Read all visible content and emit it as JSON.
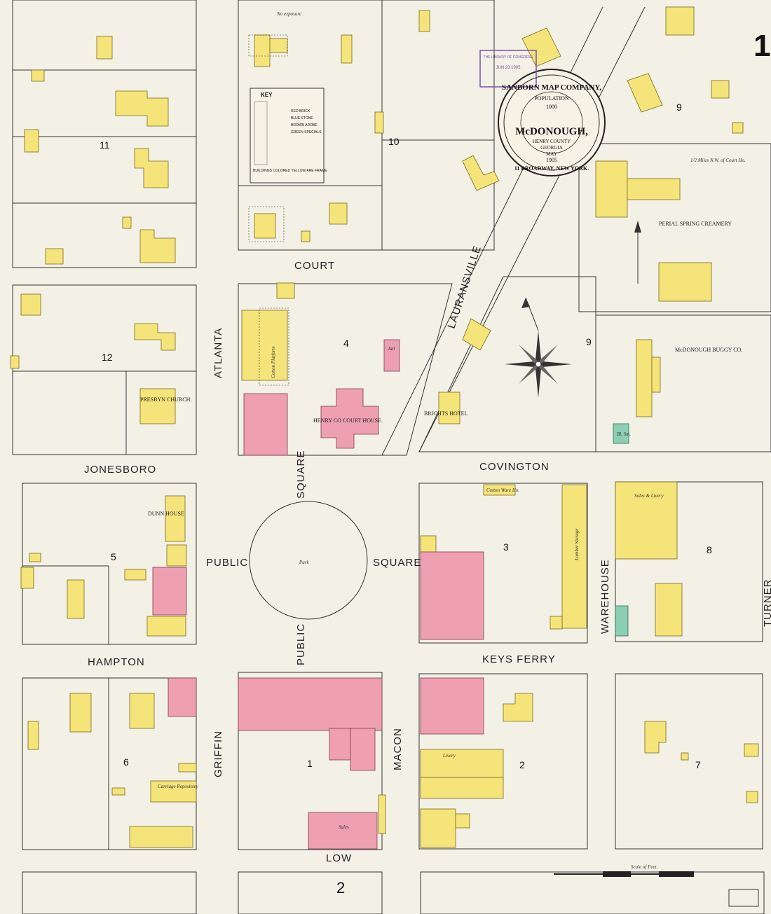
{
  "sheet_number": "1",
  "streets": {
    "court": "COURT",
    "atlanta": "ATLANTA",
    "laurensville": "LAURANSVILLE",
    "jonesboro": "JONESBORO",
    "covington": "COVINGTON",
    "public_square_w": "PUBLIC",
    "public_square_e": "SQUARE",
    "square_n": "SQUARE",
    "public_s": "PUBLIC",
    "hampton": "HAMPTON",
    "keys_ferry": "KEYS FERRY",
    "warehouse": "WAREHOUSE",
    "turner": "TURNER",
    "griffin": "GRIFFIN",
    "macon": "MACON",
    "low": "LOW"
  },
  "blocks": [
    "11",
    "10",
    "12",
    "4",
    "9",
    "9",
    "5",
    "3",
    "8",
    "6",
    "1",
    "2",
    "7"
  ],
  "labels": {
    "no_exposure": "No exposure",
    "court_house": "HENRY CO COURT HOUSE.",
    "dunn_house": "DUNN HOUSE",
    "presbyn_church": "PRESBYN CHURCH.",
    "brights_hotel": "BRIGHTS HOTEL",
    "buggy_co": "McDONOUGH BUGGY CO.",
    "creamery": "PERIAL SPRING CREAMERY",
    "miles_note": "1/2 Miles N.W. of Court Ho.",
    "park": "Park",
    "jail": "Jail",
    "livery": "Livery",
    "sales_livery": "Sales & Livery",
    "cotton_ware_ho": "Cotton Ware Ho.",
    "cotton_platform": "Cotton Platform",
    "lumber_storage": "Lumber Storage",
    "carriage_repository": "Carriage Repository",
    "sales": "Sales",
    "bl_sm": "Bl. Sm."
  },
  "cartouche": {
    "company": "SANBORN MAP COMPANY,",
    "population_label": "POPULATION",
    "population": "1000",
    "town": "McDONOUGH,",
    "county": "HENRY COUNTY",
    "state": "GEORGIA",
    "month": "MAY",
    "year": "1905",
    "address": "11 BROADWAY, NEW YORK."
  },
  "key": {
    "title": "KEY",
    "colors_note": "BUILDINGS COLORED YELLOW ARE FRAME",
    "legend": [
      "RED BRICK",
      "BLUE STONE",
      "BROWN ADOBE",
      "GREEN SPECIALS"
    ]
  },
  "stamp": {
    "line1": "THE LIBRARY OF CONGRESS",
    "line2": "JUN 23 1905"
  },
  "scale_label": "Scale of Feet.",
  "next_sheet": "2",
  "colors": {
    "frame": "#f5e47a",
    "brick": "#ee9fb0",
    "stone": "#8ccfb4",
    "paper": "#f3f0e6"
  }
}
